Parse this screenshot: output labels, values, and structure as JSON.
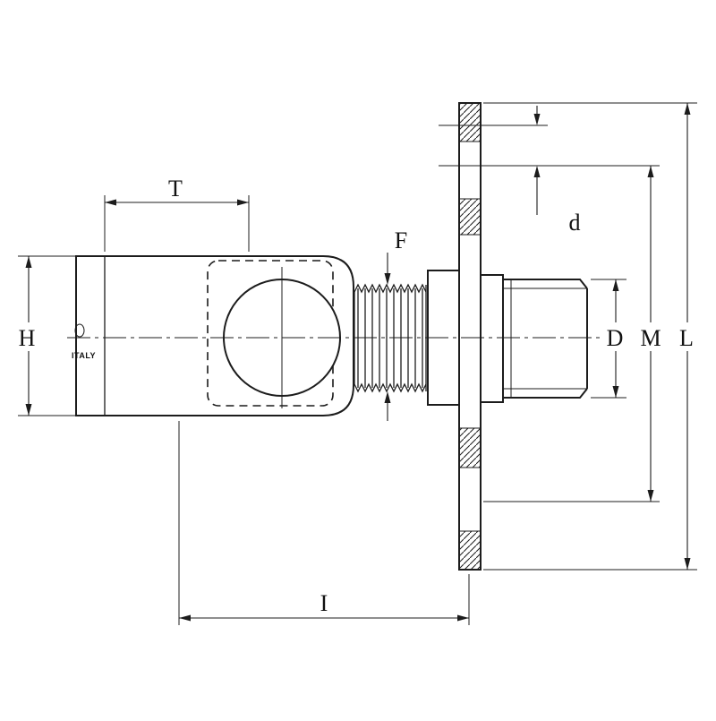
{
  "drawing": {
    "type": "technical-dimension-drawing",
    "marking": "ITALY",
    "labels": {
      "T": "T",
      "H": "H",
      "F": "F",
      "d": "d",
      "D": "D",
      "M": "M",
      "L": "L",
      "I": "I"
    }
  },
  "colors": {
    "line": "#1c1c1c",
    "background": "#ffffff"
  }
}
